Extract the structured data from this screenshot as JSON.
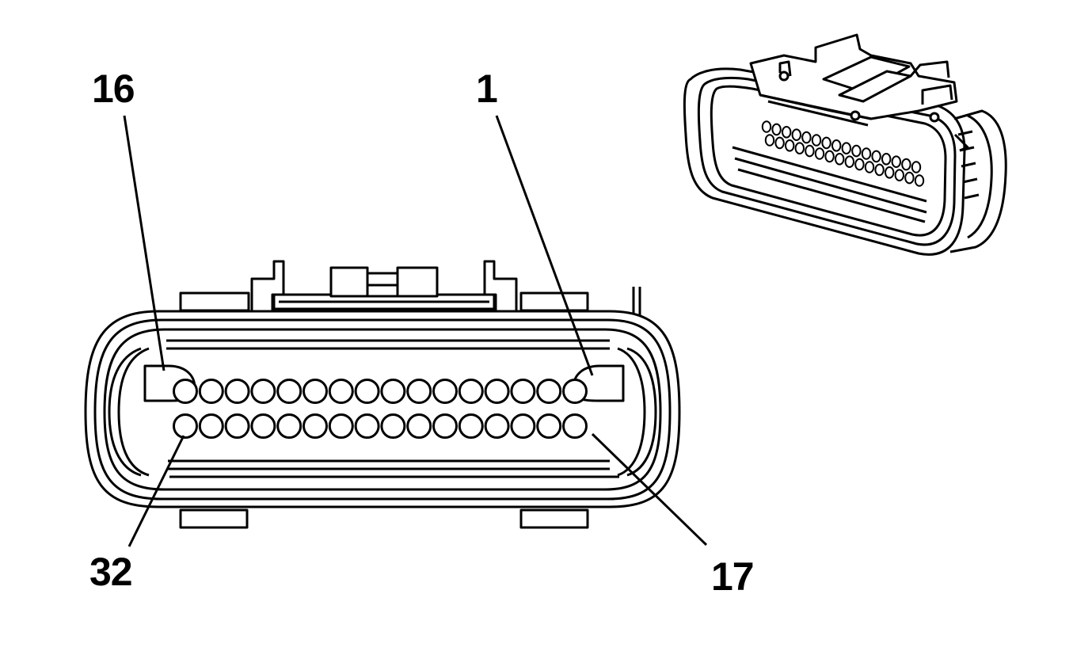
{
  "labels": {
    "pin_16": "16",
    "pin_1": "1",
    "pin_32": "32",
    "pin_17": "17"
  },
  "connector": {
    "top_row_pins": 16,
    "bottom_row_pins": 16,
    "top_row_first_pin": 1,
    "top_row_last_pin": 16,
    "bottom_row_first_pin": 17,
    "bottom_row_last_pin": 32
  },
  "colors": {
    "line": "#000000",
    "background": "#ffffff"
  }
}
